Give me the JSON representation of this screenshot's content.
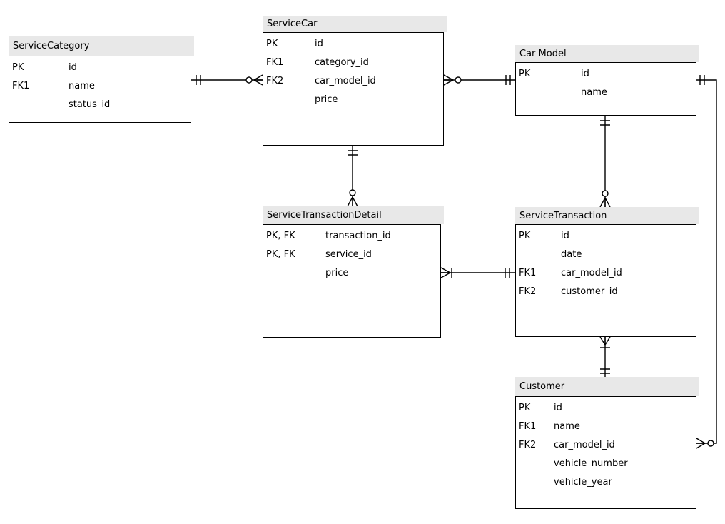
{
  "diagram_type": "entity-relationship-diagram",
  "colors": {
    "background": "#ffffff",
    "entity_header_bg": "#e8e8e8",
    "entity_border": "#000000",
    "connector_line": "#000000",
    "text": "#000000"
  },
  "entities": [
    {
      "name": "ServiceCategory",
      "columns": [
        {
          "key": "PK",
          "name": "id"
        },
        {
          "key": "FK1",
          "name": "name"
        },
        {
          "key": "",
          "name": "status_id"
        }
      ]
    },
    {
      "name": "ServiceCar",
      "columns": [
        {
          "key": "PK",
          "name": "id"
        },
        {
          "key": "FK1",
          "name": "category_id"
        },
        {
          "key": "FK2",
          "name": "car_model_id"
        },
        {
          "key": "",
          "name": "price"
        }
      ]
    },
    {
      "name": "Car Model",
      "columns": [
        {
          "key": "PK",
          "name": "id"
        },
        {
          "key": "",
          "name": "name"
        }
      ]
    },
    {
      "name": "ServiceTransactionDetail",
      "columns": [
        {
          "key": "PK, FK",
          "name": "transaction_id"
        },
        {
          "key": "PK, FK",
          "name": "service_id"
        },
        {
          "key": "",
          "name": "price"
        }
      ]
    },
    {
      "name": "ServiceTransaction",
      "columns": [
        {
          "key": "PK",
          "name": "id"
        },
        {
          "key": "",
          "name": "date"
        },
        {
          "key": "FK1",
          "name": "car_model_id"
        },
        {
          "key": "FK2",
          "name": "customer_id"
        }
      ]
    },
    {
      "name": "Customer",
      "columns": [
        {
          "key": "PK",
          "name": "id"
        },
        {
          "key": "FK1",
          "name": "name"
        },
        {
          "key": "FK2",
          "name": "car_model_id"
        },
        {
          "key": "",
          "name": "vehicle_number"
        },
        {
          "key": "",
          "name": "vehicle_year"
        }
      ]
    }
  ],
  "relationships": [
    {
      "from": "ServiceCategory",
      "to": "ServiceCar",
      "from_cardinality": "exactly-one",
      "to_cardinality": "zero-or-many"
    },
    {
      "from": "Car Model",
      "to": "ServiceCar",
      "from_cardinality": "exactly-one",
      "to_cardinality": "zero-or-many"
    },
    {
      "from": "ServiceCar",
      "to": "ServiceTransactionDetail",
      "from_cardinality": "exactly-one",
      "to_cardinality": "zero-or-many"
    },
    {
      "from": "Car Model",
      "to": "ServiceTransaction",
      "from_cardinality": "exactly-one",
      "to_cardinality": "zero-or-many"
    },
    {
      "from": "ServiceTransaction",
      "to": "ServiceTransactionDetail",
      "from_cardinality": "exactly-one",
      "to_cardinality": "one-or-many"
    },
    {
      "from": "Customer",
      "to": "ServiceTransaction",
      "from_cardinality": "exactly-one",
      "to_cardinality": "one-or-many"
    },
    {
      "from": "Car Model",
      "to": "Customer",
      "from_cardinality": "exactly-one",
      "to_cardinality": "zero-or-many"
    }
  ]
}
